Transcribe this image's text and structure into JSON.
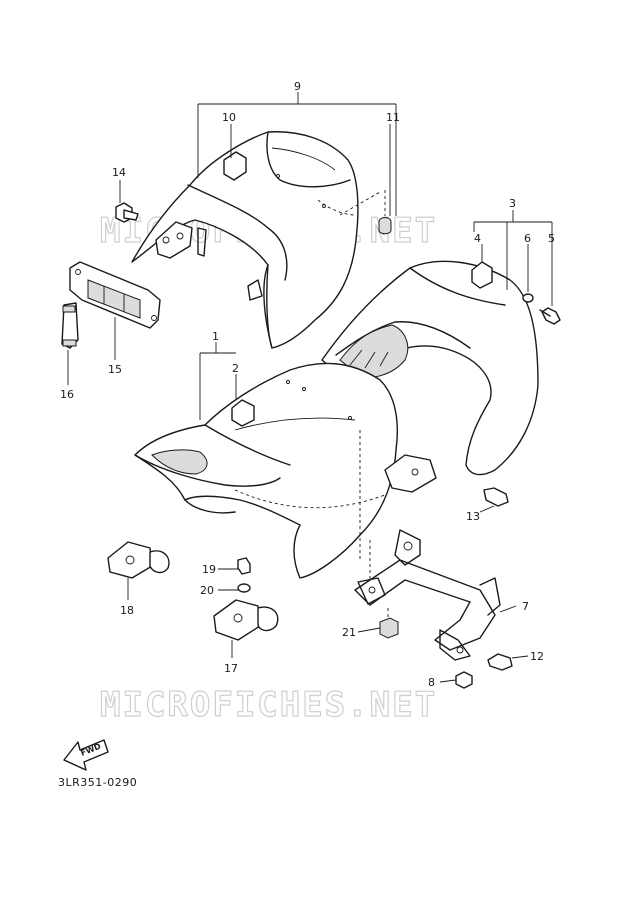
{
  "watermark": "MICROFICHES.NET",
  "diagram_code": "3LR351-0290",
  "fwd_label": "FWD",
  "callouts": [
    "1",
    "2",
    "3",
    "4",
    "5",
    "6",
    "7",
    "8",
    "9",
    "10",
    "11",
    "12",
    "13",
    "14",
    "15",
    "16",
    "17",
    "18",
    "19",
    "20",
    "21"
  ]
}
